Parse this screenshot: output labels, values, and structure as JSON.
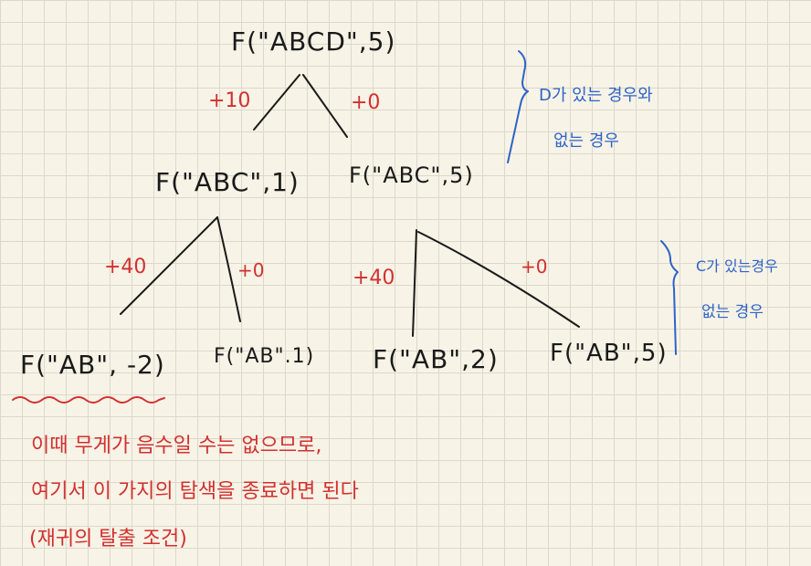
{
  "nodes": {
    "root": "F(\"ABCD\",5)",
    "l1_left": "F(\"ABC\",1)",
    "l1_right": "F(\"ABC\",5)",
    "l2_a": "F(\"AB\", -2)",
    "l2_b": "F(\"AB\".1)",
    "l2_c": "F(\"AB\",2)",
    "l2_d": "F(\"AB\",5)"
  },
  "edges": {
    "root_left": "+10",
    "root_right": "+0",
    "abc1_left": "+40",
    "abc1_right": "+0",
    "abc5_left": "+40",
    "abc5_right": "+0"
  },
  "notes": {
    "d_line1": "D가 있는 경우와",
    "d_line2": "없는 경우",
    "c_line1": "C가 있는경우",
    "c_line2": "없는 경우",
    "bottom_line1": "이때 무게가 음수일 수는 없으므로,",
    "bottom_line2": "여기서 이 가지의 탐색을 종료하면 된다",
    "bottom_line3": "(재귀의 탈출 조건)"
  },
  "colors": {
    "ink": "#1a1a1a",
    "red": "#d23030",
    "blue": "#2f63c8"
  }
}
